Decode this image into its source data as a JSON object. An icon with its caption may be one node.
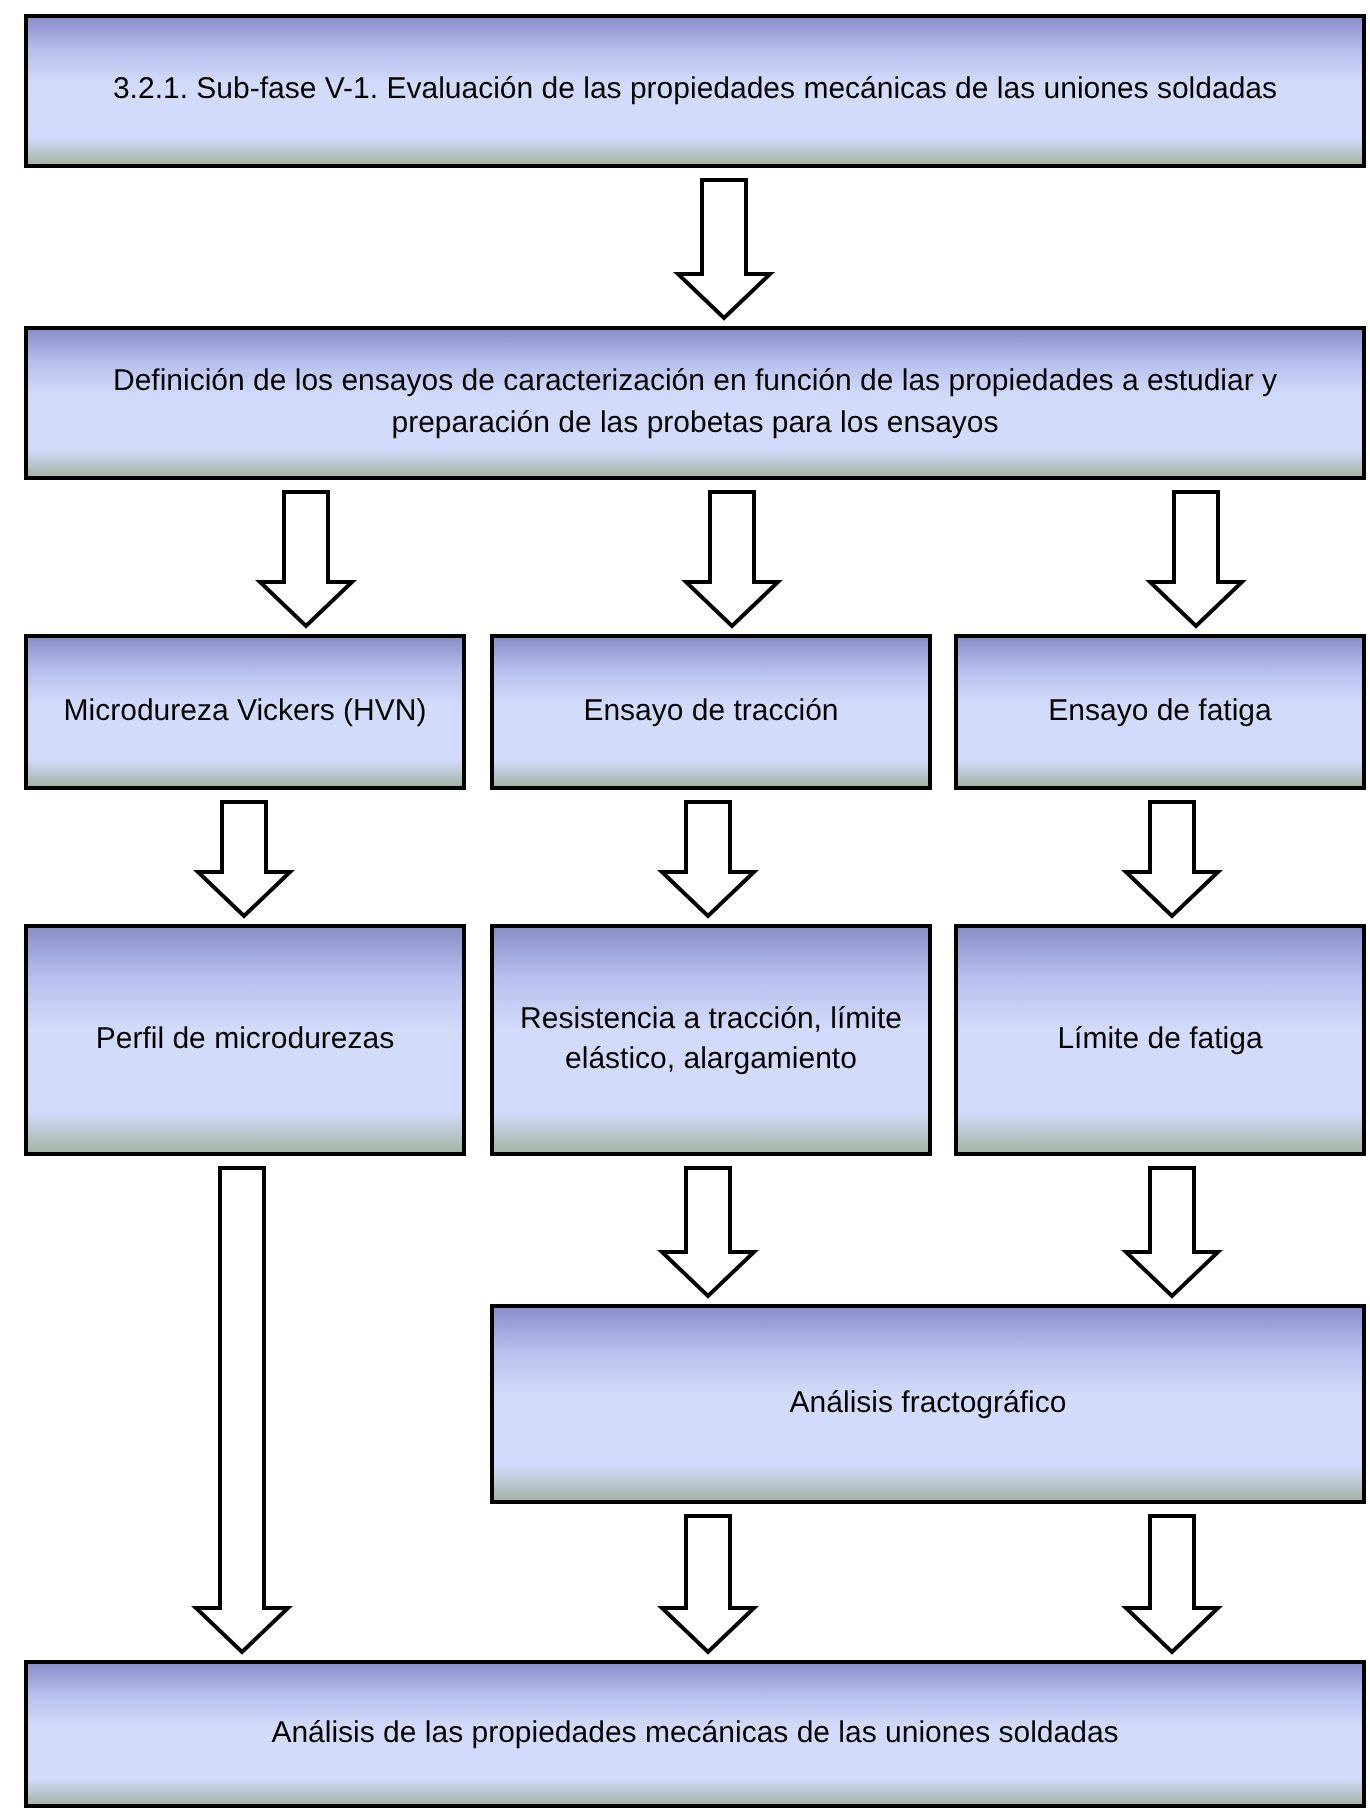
{
  "diagram": {
    "nodes": [
      {
        "text": [
          "3.2.1. Sub-fase V-1. Evaluación de las propiedades mecánicas de las uniones soldadas"
        ]
      },
      {
        "text": [
          "Definición de los ensayos de caracterización en función de las propiedades a estudiar y preparación de las probetas para los ensayos"
        ]
      },
      {
        "text": [
          "Microdureza Vickers (HVN)"
        ]
      },
      {
        "text": [
          "Ensayo de tracción"
        ]
      },
      {
        "text": [
          "Ensayo de fatiga"
        ]
      },
      {
        "text": [
          "Perfil de microdurezas"
        ]
      },
      {
        "text": [
          "Resistencia a tracción, límite elástico, alargamiento"
        ]
      },
      {
        "text": [
          "Límite de fatiga"
        ]
      },
      {
        "text": [
          "Análisis fractográfico"
        ]
      },
      {
        "text": [
          "Análisis de las propiedades mecánicas de las uniones soldadas"
        ]
      }
    ],
    "edges": [
      {
        "from": 0,
        "to": 1,
        "arrow": "to"
      },
      {
        "from": 1,
        "to": 2,
        "arrow": "to"
      },
      {
        "from": 1,
        "to": 3,
        "arrow": "to"
      },
      {
        "from": 1,
        "to": 4,
        "arrow": "to"
      },
      {
        "from": 2,
        "to": 5,
        "arrow": "to"
      },
      {
        "from": 3,
        "to": 6,
        "arrow": "to"
      },
      {
        "from": 4,
        "to": 7,
        "arrow": "to"
      },
      {
        "from": 5,
        "to": 9,
        "arrow": "to"
      },
      {
        "from": 6,
        "to": 8,
        "arrow": "to"
      },
      {
        "from": 7,
        "to": 8,
        "arrow": "to"
      },
      {
        "from": 8,
        "to": 9,
        "arrow": "to"
      },
      {
        "from": 8,
        "to": 9,
        "arrow": "to"
      }
    ]
  }
}
